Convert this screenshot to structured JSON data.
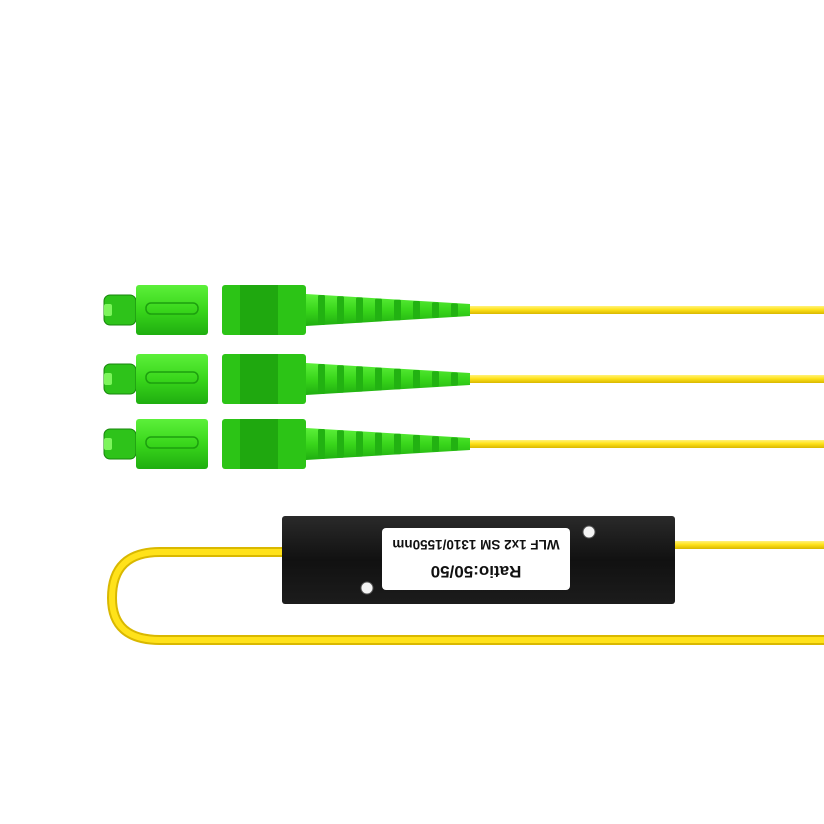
{
  "product": {
    "module_label": {
      "line1": "Ratio:50/50",
      "line2": "WLF 1x2 SM 1310/1550nm"
    },
    "connector_count": 3
  },
  "colors": {
    "background": "#ffffff",
    "fiber": "#ffe21a",
    "fiber_edge": "#d9b800",
    "connector": "#3fe01f",
    "connector_dark": "#1fae10",
    "module_body": "#111111",
    "label_bg": "#ffffff"
  },
  "icons": {
    "connector": "sc-apc-connector-icon",
    "splitter": "plc-splitter-module-icon"
  }
}
